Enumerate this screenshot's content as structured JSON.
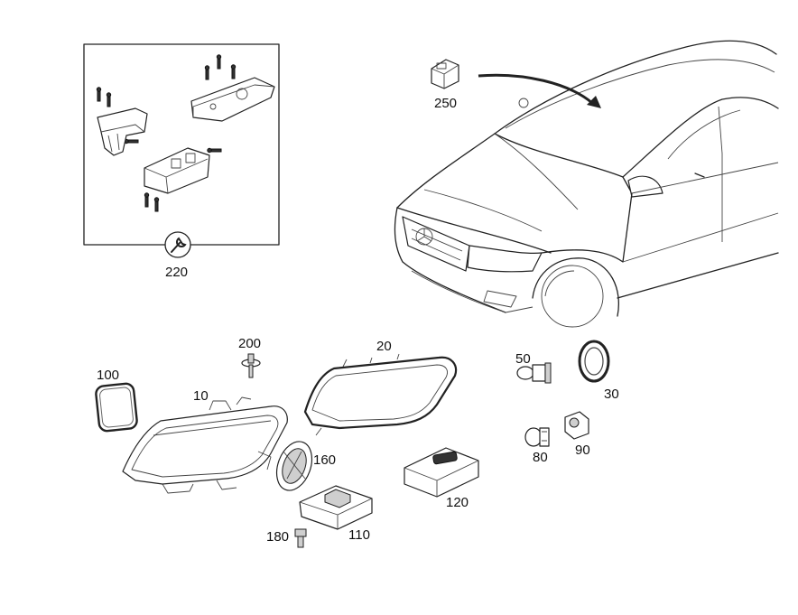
{
  "parts": {
    "p220": "220",
    "p250": "250",
    "p200": "200",
    "p20": "20",
    "p100": "100",
    "p10": "10",
    "p50": "50",
    "p30": "30",
    "p160": "160",
    "p120": "120",
    "p80": "80",
    "p90": "90",
    "p180": "180",
    "p110": "110"
  },
  "icons": {
    "repair_kit": "wrench-icon"
  }
}
